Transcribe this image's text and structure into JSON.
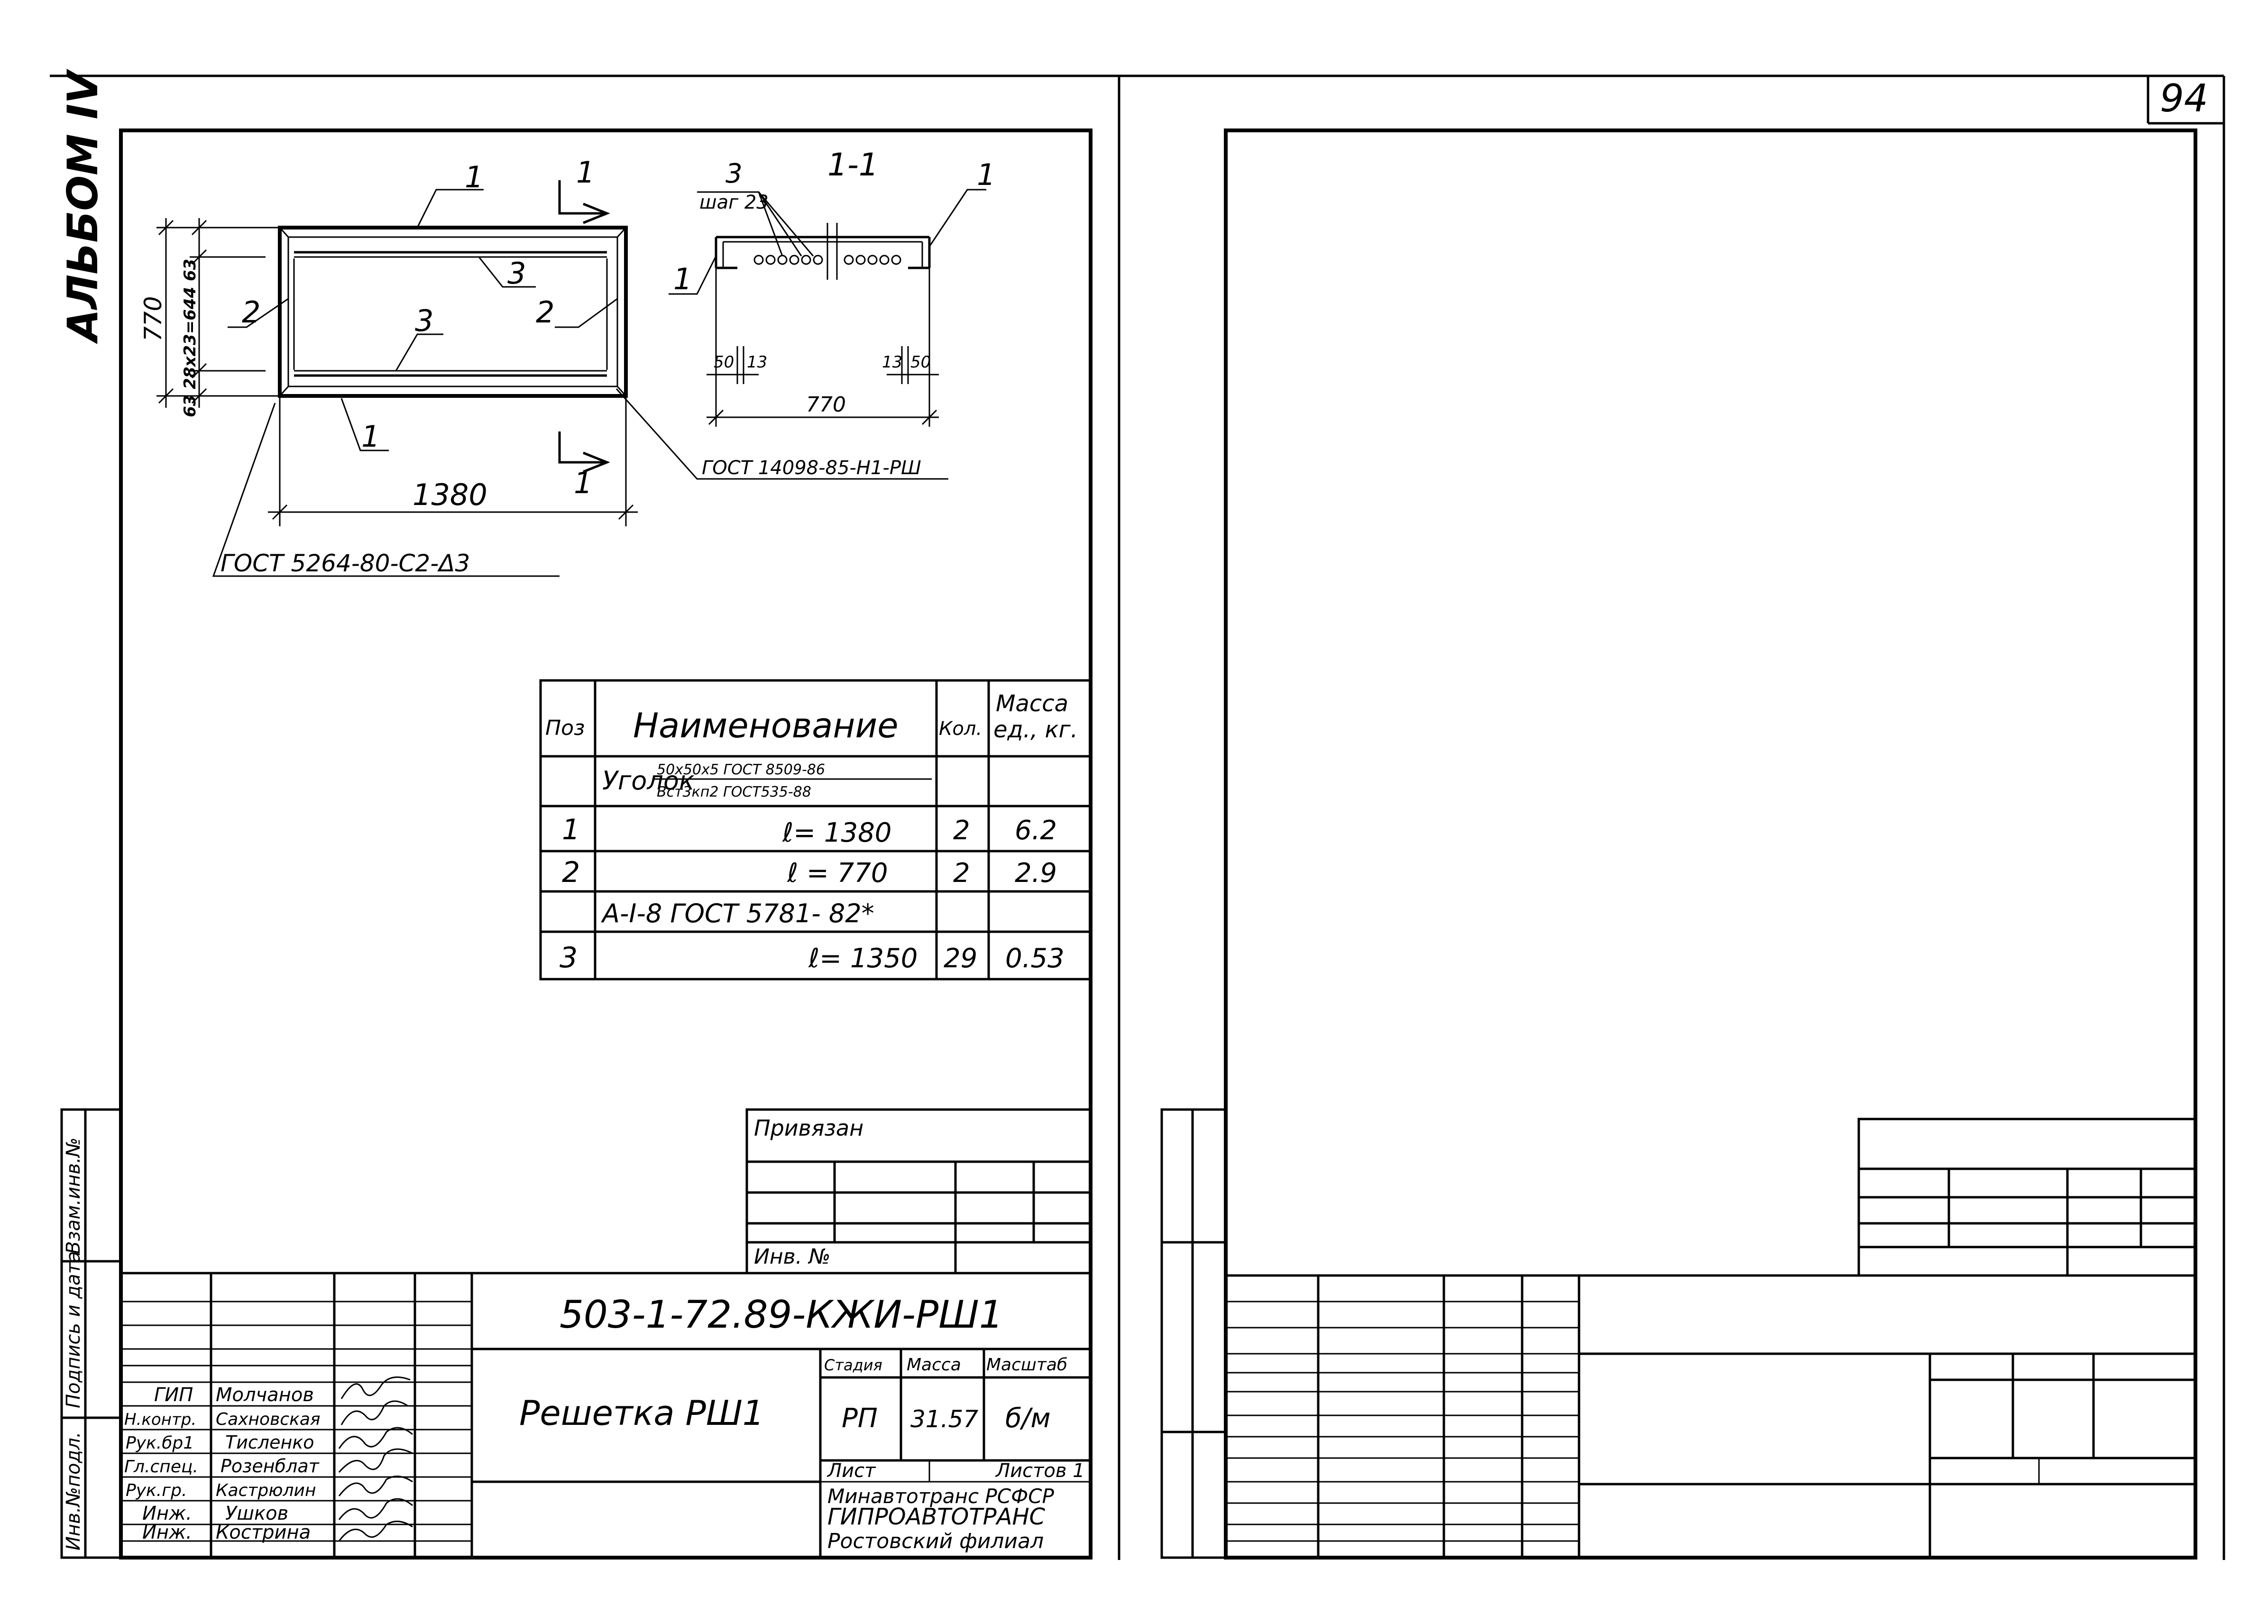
{
  "sheet_number": "94",
  "album_label": "АЛЬБОМ IV",
  "plan_view": {
    "label_pos1_top": "1",
    "label_pos1_bottom": "1",
    "label_pos2_left": "2",
    "label_pos2_right": "2",
    "label_pos3_top": "3",
    "label_pos3_bottom": "3",
    "section_mark_top": "1",
    "section_mark_bottom": "1",
    "dim_width": "1380",
    "dim_height": "770",
    "dim_side": "63  28x23=644  63",
    "weld_note_left": "ГОСТ 5264-80-С2-Δ3",
    "weld_note_right": "ГОСТ 14098-85-Н1-РШ"
  },
  "section_view": {
    "title": "1-1",
    "label_pos3": "3",
    "step_note": "шаг 23",
    "label_pos1_left": "1",
    "label_pos1_right": "1",
    "dim_50_left": "50",
    "dim_13_left": "13",
    "dim_13_right": "13",
    "dim_50_right": "50",
    "dim_width": "770"
  },
  "spec_table": {
    "headers": {
      "pos": "Поз",
      "name": "Наименование",
      "qty": "Кол.",
      "mass": "Масса",
      "mass_unit": "ед., кг."
    },
    "group1": {
      "name": "Уголок",
      "num": "50x50x5 ГОСТ 8509-86",
      "den": "Вст3кп2 ГОСТ535-88"
    },
    "row1": {
      "pos": "1",
      "name": "ℓ= 1380",
      "qty": "2",
      "mass": "6.2"
    },
    "row2": {
      "pos": "2",
      "name": "ℓ = 770",
      "qty": "2",
      "mass": "2.9"
    },
    "group2": {
      "name": "А-I-8 ГОСТ 5781- 82*"
    },
    "row3": {
      "pos": "3",
      "name": "ℓ= 1350",
      "qty": "29",
      "mass": "0.53"
    }
  },
  "title_block": {
    "privyazan": "Привязан",
    "inv_no": "Инв. №",
    "document_code": "503-1-72.89-КЖИ-РШ1",
    "title": "Решетка РШ1",
    "stage_header": "Стадия",
    "mass_header": "Масса",
    "scale_header": "Масштаб",
    "stage": "РП",
    "mass": "31.57",
    "scale": "б/м",
    "sheet_label": "Лист",
    "sheets_label": "Листов 1",
    "org_line1": "Минавтотранс РСФСР",
    "org_line2": "ГИПРОАВТОТРАНС",
    "org_line3": "Ростовский филиал",
    "roles": [
      {
        "role": "ГИП",
        "name": "Молчанов"
      },
      {
        "role": "Н.контр.",
        "name": "Сахновская"
      },
      {
        "role": "Рук.бр1",
        "name": "Тисленко"
      },
      {
        "role": "Гл.спец.",
        "name": "Розенблат"
      },
      {
        "role": "Рук.гр.",
        "name": "Кастрюлин"
      },
      {
        "role": "Инж.",
        "name": "Ушков"
      },
      {
        "role": "Инж.",
        "name": "Кострина"
      }
    ]
  },
  "side_stamp": {
    "inv_podl": "Инв.№подл.",
    "podpis": "Подпись и дата",
    "vzam": "Взам.инв.№"
  }
}
